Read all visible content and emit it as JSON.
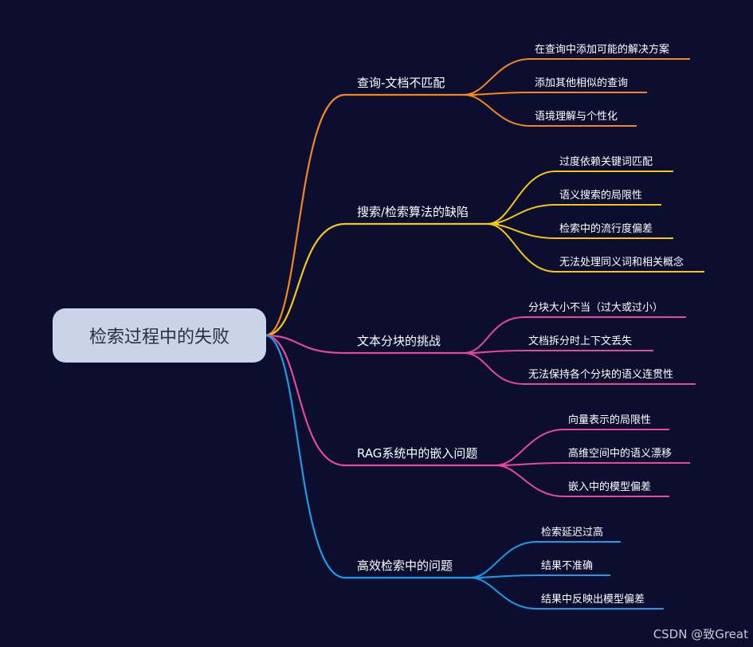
{
  "root": {
    "label": "检索过程中的失败"
  },
  "branches": [
    {
      "label": "查询-文档不匹配",
      "color": "#f5861f",
      "children": [
        "在查询中添加可能的解决方案",
        "添加其他相似的查询",
        "语境理解与个性化"
      ]
    },
    {
      "label": "搜索/检索算法的缺陷",
      "color": "#f5c518",
      "children": [
        "过度依赖关键词匹配",
        "语义搜索的局限性",
        "检索中的流行度偏差",
        "无法处理同义词和相关概念"
      ]
    },
    {
      "label": "文本分块的挑战",
      "color": "#e8489b",
      "children": [
        "分块大小不当（过大或过小）",
        "文档拆分时上下文丢失",
        "无法保持各个分块的语义连贯性"
      ]
    },
    {
      "label": "RAG系统中的嵌入问题",
      "color": "#e8489b",
      "children": [
        "向量表示的局限性",
        "高维空间中的语义漂移",
        "嵌入中的模型偏差"
      ]
    },
    {
      "label": "高效检索中的问题",
      "color": "#1e9be8",
      "children": [
        "检索延迟过高",
        "结果不准确",
        "结果中反映出模型偏差"
      ]
    }
  ],
  "watermark": "CSDN @致Great"
}
